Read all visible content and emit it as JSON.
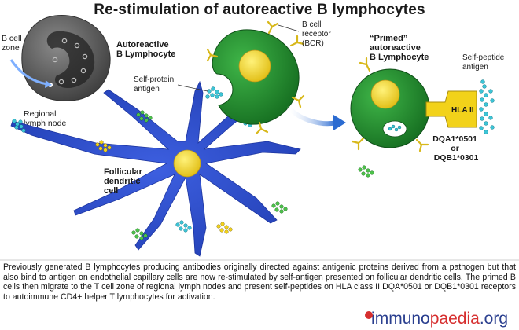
{
  "title": "Re-stimulation of autoreactive B lymphocytes",
  "labels": {
    "b_cell_zone": [
      "B cell",
      "zone"
    ],
    "regional_lymph_node": [
      "Regional",
      "lymph node"
    ],
    "autoreactive_b": [
      "Autoreactive",
      "B Lymphocyte"
    ],
    "bcr": [
      "B cell",
      "receptor",
      "(BCR)"
    ],
    "self_protein_antigen": [
      "Self-protein",
      "antigen"
    ],
    "primed": [
      "“Primed”",
      "autoreactive",
      "B Lymphocyte"
    ],
    "self_peptide_antigen": [
      "Self-peptide",
      "antigen"
    ],
    "hla": "HLA II",
    "dqa": [
      "DQA1*0501",
      "or",
      "DQB1*0301"
    ],
    "follicular": [
      "Follicular",
      "dendritic",
      "cell"
    ]
  },
  "caption": "Previously generated B lymphocytes producing antibodies originally directed against antigenic proteins derived from a pathogen but that also bind to antigen on endothelial capillary cells are now re-stimulated by self-antigen presented on follicular dendritic cells. The primed B cells then migrate to the T cell zone of regional lymph nodes and present self-peptides on HLA class II DQA*0501 or DQB1*0301 receptors to autoimmune CD4+ helper T lymphocytes for activation.",
  "logo": {
    "part1": "immuno",
    "part2": "paedia",
    "part3": ".org"
  },
  "colors": {
    "dendritic_blue": "#2d4ec9",
    "b_cell_green": "#1f8a2c",
    "nucleus_yellow": "#f2d21a",
    "receptor_yellow": "#d8b81a",
    "antigen_cyan": "#3cc4d6",
    "lymph_node_gray": "#5f5f5f"
  }
}
